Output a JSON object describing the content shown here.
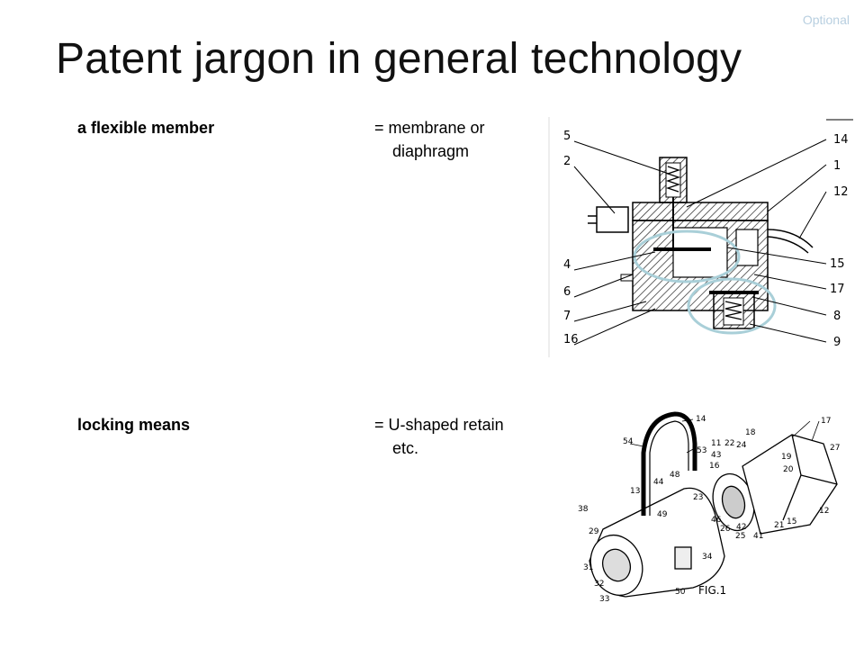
{
  "optional_tag": "Optional",
  "title": "Patent jargon in general technology",
  "entries": [
    {
      "term": "a flexible member",
      "definition_line1": "= membrane or",
      "definition_line2": "diaphragm"
    },
    {
      "term": "locking means",
      "definition_line1": "= U-shaped retain",
      "definition_line2": "etc."
    }
  ],
  "figure1_labels": [
    "5",
    "2",
    "4",
    "6",
    "7",
    "16",
    "14",
    "1",
    "12",
    "15",
    "17",
    "8",
    "9"
  ],
  "figure2_labels": [
    "14",
    "54",
    "53",
    "11",
    "48",
    "44",
    "13",
    "38",
    "29",
    "31",
    "32",
    "33",
    "50",
    "34",
    "49",
    "23",
    "46",
    "26",
    "25",
    "41",
    "42",
    "43",
    "16",
    "22",
    "24",
    "18",
    "19",
    "20",
    "21",
    "15",
    "12",
    "17",
    "27"
  ],
  "figure2_caption": "FIG.1",
  "highlight_color": "#a9cfd8"
}
